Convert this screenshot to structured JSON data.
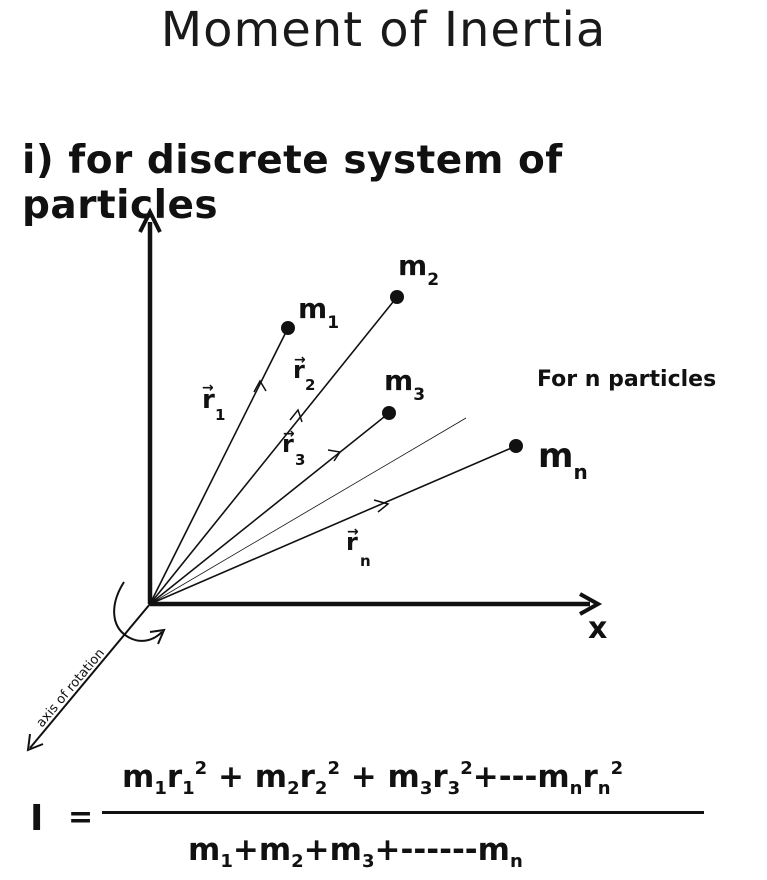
{
  "title": "Moment of Inertia",
  "subtitle": "i) for discrete system of particles",
  "diagram": {
    "x_axis_label": "x",
    "axis_of_rotation_label": "axis of rotation",
    "note": "For n particles",
    "particles": [
      {
        "name": "m",
        "sub": "1",
        "vector": "r",
        "vector_sub": "1"
      },
      {
        "name": "m",
        "sub": "2",
        "vector": "r",
        "vector_sub": "2"
      },
      {
        "name": "m",
        "sub": "3",
        "vector": "r",
        "vector_sub": "3"
      },
      {
        "name": "m",
        "sub": "n",
        "vector": "r",
        "vector_sub": "n"
      }
    ],
    "arrow_glyph": "→"
  },
  "formula": {
    "lhs": "I",
    "equals": "=",
    "numerator": {
      "t1": "m",
      "t1s": "1",
      "t1r": "r",
      "t1rs": "1",
      "t1p": "2",
      "plus1": " + ",
      "t2": "m",
      "t2s": "2",
      "t2r": "r",
      "t2rs": "2",
      "t2p": "2",
      "plus2": " + ",
      "t3": "m",
      "t3s": "3",
      "t3r": "r",
      "t3rs": "3",
      "t3p": "2",
      "dashes": "+---",
      "tn": "m",
      "tns": "n",
      "tnr": "r",
      "tnrs": "n",
      "tnp": "2"
    },
    "denominator": {
      "m1": "m",
      "m1s": "1",
      "p1": "+",
      "m2": "m",
      "m2s": "2",
      "p2": "+",
      "m3": "m",
      "m3s": "3",
      "dashes": "+------",
      "mn": "m",
      "mns": "n"
    }
  }
}
